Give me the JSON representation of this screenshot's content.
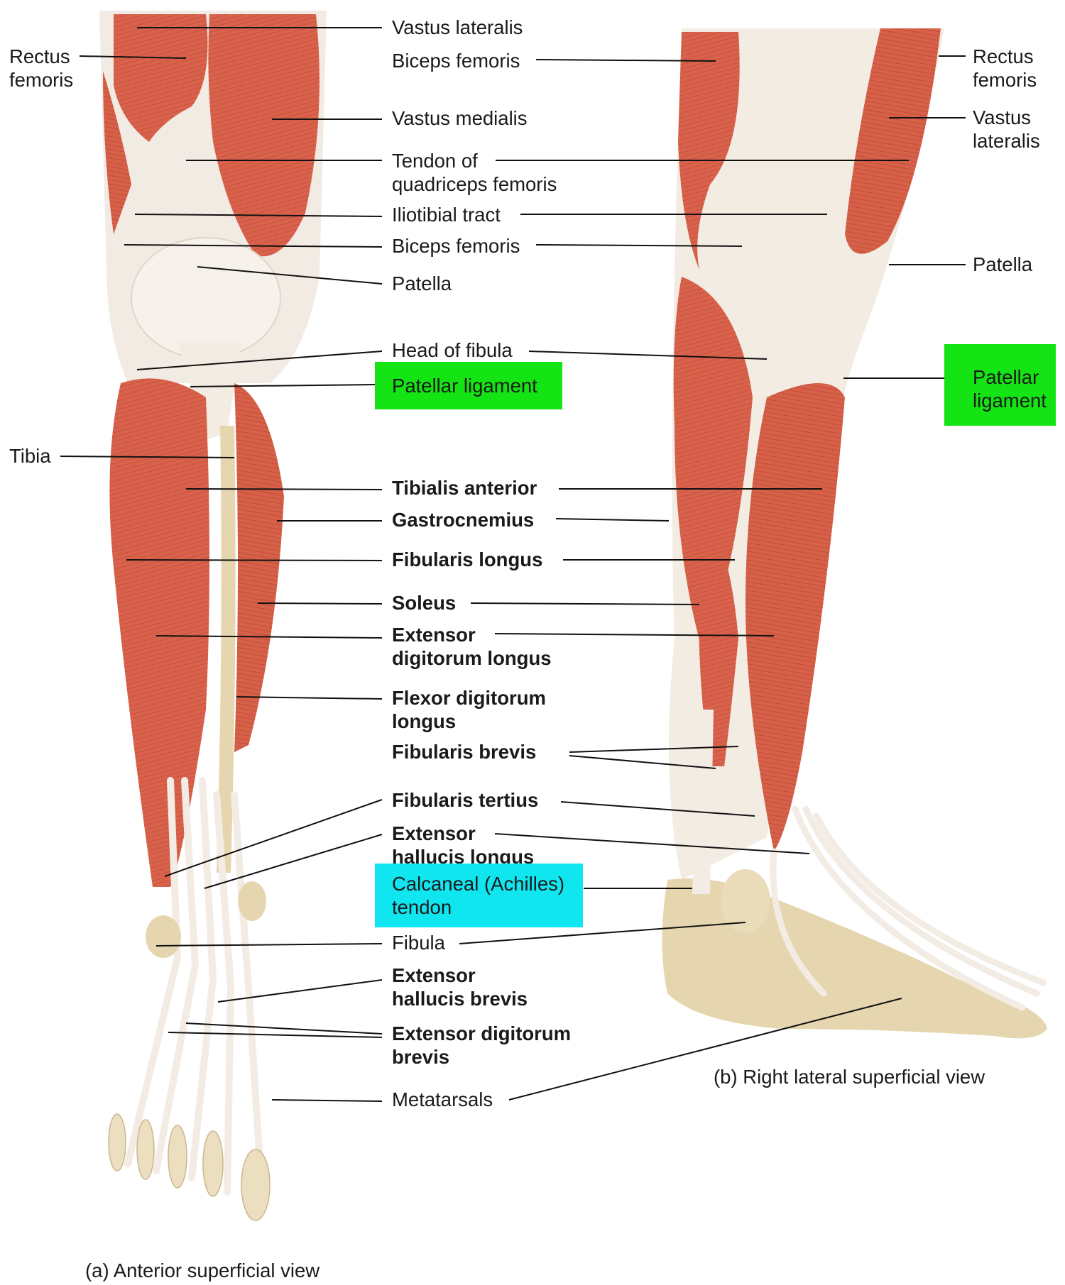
{
  "captions": {
    "anterior": "(a) Anterior superficial view",
    "lateral": "(b) Right lateral superficial view"
  },
  "labels": {
    "rectus_femoris_left": "Rectus\nfemoris",
    "vastus_lateralis": "Vastus lateralis",
    "biceps_femoris_top": "Biceps femoris",
    "vastus_medialis": "Vastus medialis",
    "tendon_quadriceps": "Tendon of\nquadriceps femoris",
    "iliotibial_tract": "Iliotibial tract",
    "biceps_femoris": "Biceps femoris",
    "patella_center": "Patella",
    "head_of_fibula": "Head of fibula",
    "patellar_ligament_center": "Patellar ligament",
    "tibia": "Tibia",
    "tibialis_anterior": "Tibialis anterior",
    "gastrocnemius": "Gastrocnemius",
    "fibularis_longus": "Fibularis longus",
    "soleus": "Soleus",
    "extensor_digitorum_longus": "Extensor\ndigitorum longus",
    "flexor_digitorum_longus": "Flexor digitorum\nlongus",
    "fibularis_brevis": "Fibularis brevis",
    "fibularis_tertius": "Fibularis tertius",
    "extensor_hallucis_longus": "Extensor\nhallucis longus",
    "calcaneal_tendon": "Calcaneal (Achilles)\ntendon",
    "fibula": "Fibula",
    "extensor_hallucis_brevis": "Extensor\nhallucis brevis",
    "extensor_digitorum_brevis": "Extensor digitorum\nbrevis",
    "metatarsals": "Metatarsals",
    "rectus_femoris_right": "Rectus\nfemoris",
    "vastus_lateralis_right": "Vastus\nlateralis",
    "patella_right": "Patella",
    "patellar_ligament_right": "Patellar\nligament"
  },
  "colors": {
    "muscle": "#d9624c",
    "muscle_dark": "#b8402f",
    "tendon": "#f3ece4",
    "bone": "#e6d6b0",
    "highlight_green": "#14e414",
    "highlight_cyan": "#0fe6f0"
  }
}
